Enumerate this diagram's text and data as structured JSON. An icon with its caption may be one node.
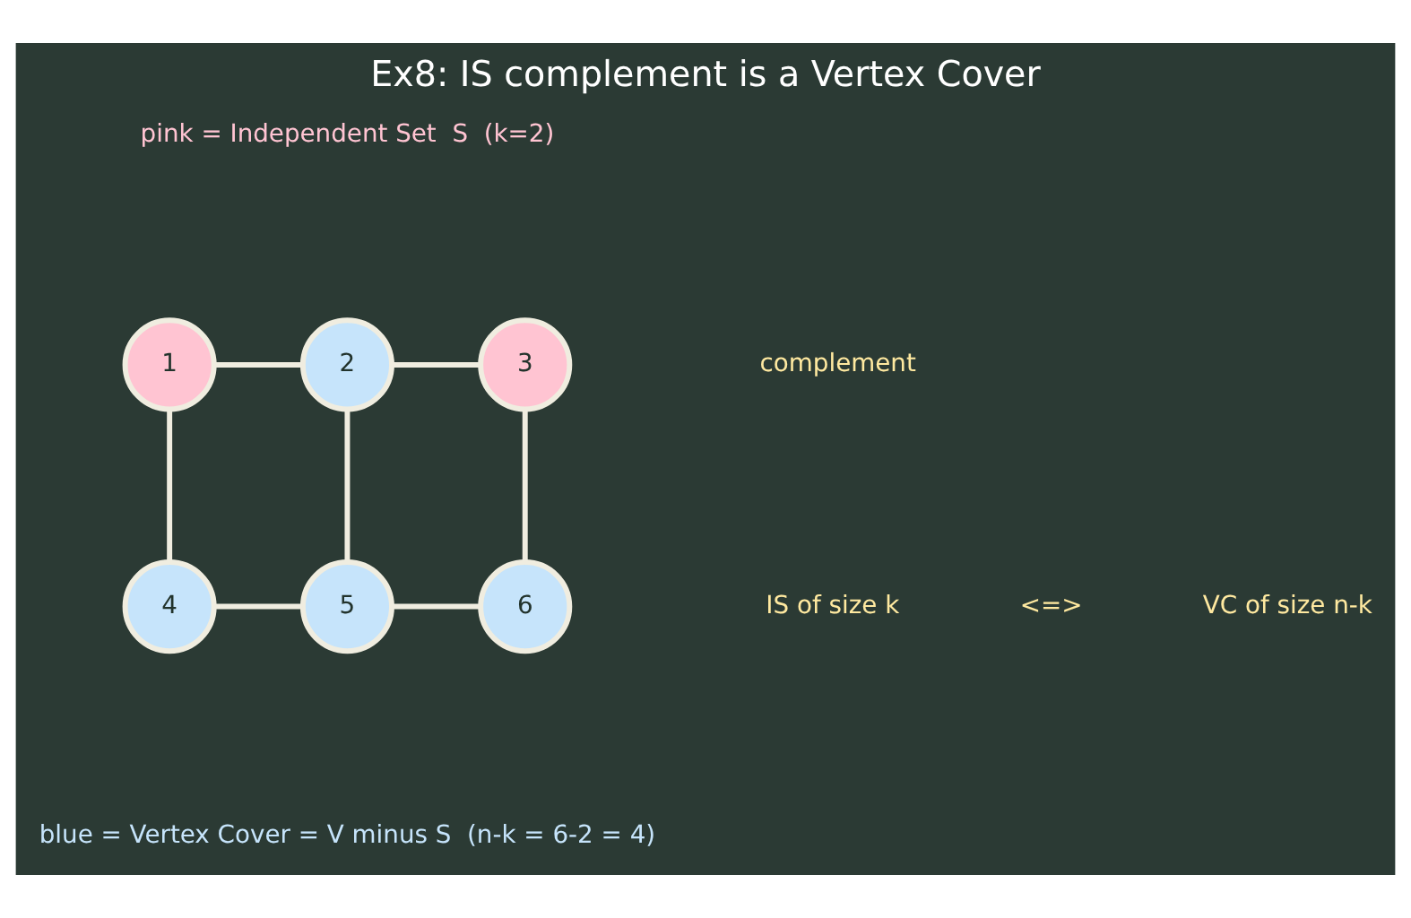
{
  "diagram": {
    "title": "Ex8: IS complement is a Vertex Cover",
    "nodes": [
      {
        "text": [
          "1"
        ]
      },
      {
        "text": [
          "2"
        ]
      },
      {
        "text": [
          "3"
        ]
      },
      {
        "text": [
          "4"
        ]
      },
      {
        "text": [
          "5"
        ]
      },
      {
        "text": [
          "6"
        ]
      }
    ],
    "edges": [
      {
        "from": 0,
        "to": 1,
        "arrow": "none"
      },
      {
        "from": 1,
        "to": 2,
        "arrow": "none"
      },
      {
        "from": 0,
        "to": 3,
        "arrow": "none"
      },
      {
        "from": 1,
        "to": 4,
        "arrow": "none"
      },
      {
        "from": 2,
        "to": 5,
        "arrow": "none"
      },
      {
        "from": 3,
        "to": 4,
        "arrow": "none"
      },
      {
        "from": 4,
        "to": 5,
        "arrow": "none"
      }
    ],
    "labels": [
      "pink = Independent Set  S  (k=2)",
      "complement",
      "IS of size k",
      "<=>",
      "VC of size n-k",
      "blue = Vertex Cover = V minus S  (n-k = 6-2 = 4)"
    ]
  }
}
